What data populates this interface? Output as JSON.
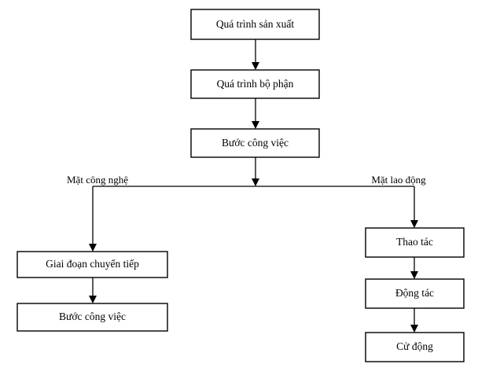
{
  "diagram": {
    "title": "Production process decomposition flowchart",
    "background_color": "#ffffff",
    "line_color": "#000000",
    "box_fill": "#ffffff",
    "nodes": {
      "production_process": "Quá trình sản xuất",
      "partial_process": "Quá trình bộ phận",
      "work_step": "Bước công việc",
      "transition_stage": "Giai đoạn chuyển tiếp",
      "work_step_left": "Bước công việc",
      "operation": "Thao tác",
      "motion": "Động tác",
      "movement": "Cử động"
    },
    "branch_labels": {
      "left": "Mặt công nghệ",
      "right": "Mặt lao động"
    }
  }
}
